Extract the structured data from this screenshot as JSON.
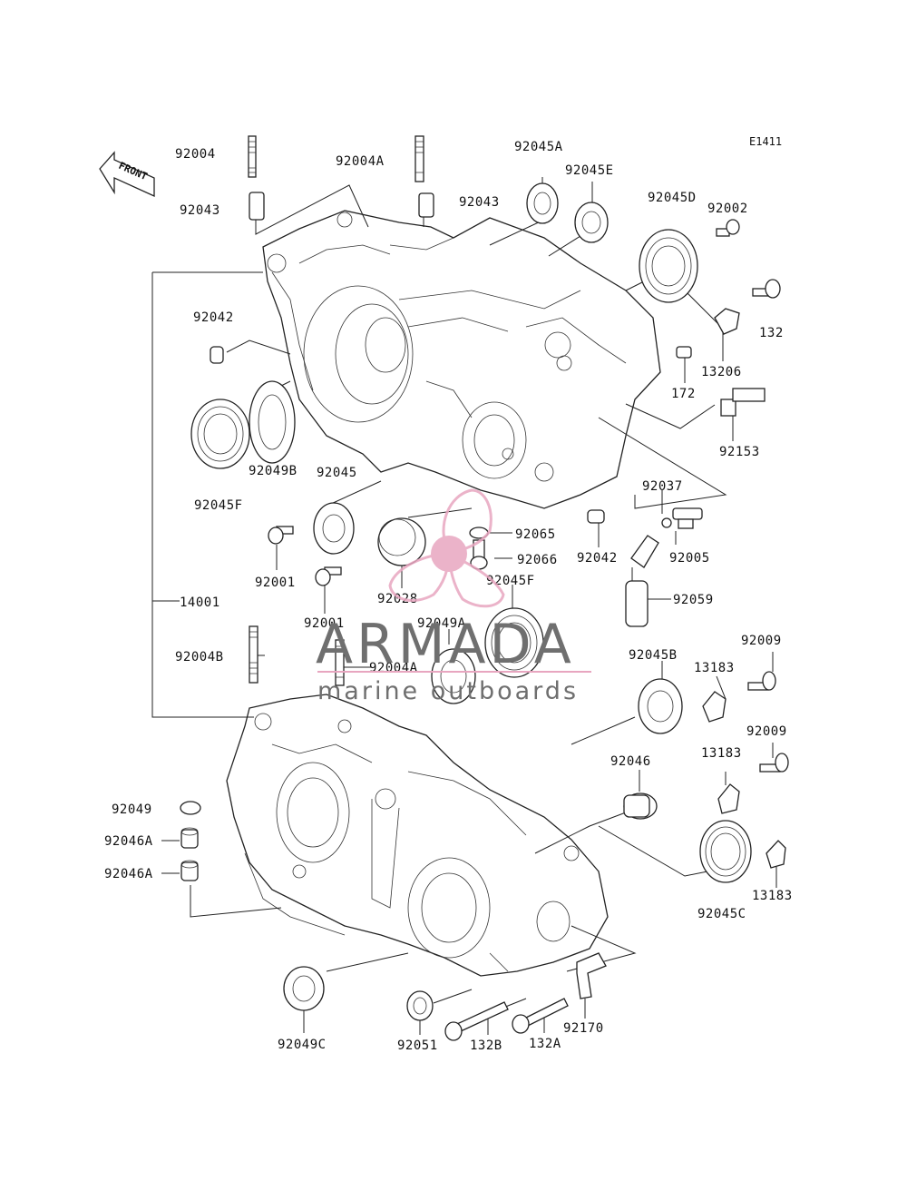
{
  "diagram": {
    "code": "E1411",
    "front_label": "FRONT",
    "labels": [
      {
        "id": "l1",
        "text": "92004"
      },
      {
        "id": "l2",
        "text": "92004A"
      },
      {
        "id": "l3",
        "text": "92045A"
      },
      {
        "id": "l4",
        "text": "92045E"
      },
      {
        "id": "l5",
        "text": "92045D"
      },
      {
        "id": "l6",
        "text": "92002"
      },
      {
        "id": "l7",
        "text": "92043"
      },
      {
        "id": "l8",
        "text": "92043"
      },
      {
        "id": "l9",
        "text": "132"
      },
      {
        "id": "l10",
        "text": "92042"
      },
      {
        "id": "l11",
        "text": "13206"
      },
      {
        "id": "l12",
        "text": "172"
      },
      {
        "id": "l13",
        "text": "92153"
      },
      {
        "id": "l14",
        "text": "92049B"
      },
      {
        "id": "l15",
        "text": "92045"
      },
      {
        "id": "l16",
        "text": "92045F"
      },
      {
        "id": "l17",
        "text": "92037"
      },
      {
        "id": "l18",
        "text": "92065"
      },
      {
        "id": "l19",
        "text": "92066"
      },
      {
        "id": "l20",
        "text": "92001"
      },
      {
        "id": "l21",
        "text": "92042"
      },
      {
        "id": "l22",
        "text": "92005"
      },
      {
        "id": "l23",
        "text": "92028"
      },
      {
        "id": "l24",
        "text": "92045F"
      },
      {
        "id": "l25",
        "text": "92059"
      },
      {
        "id": "l26",
        "text": "14001"
      },
      {
        "id": "l27",
        "text": "92001"
      },
      {
        "id": "l28",
        "text": "92049A"
      },
      {
        "id": "l29",
        "text": "92009"
      },
      {
        "id": "l30",
        "text": "92004B"
      },
      {
        "id": "l31",
        "text": "92004A"
      },
      {
        "id": "l32",
        "text": "92045B"
      },
      {
        "id": "l33",
        "text": "13183"
      },
      {
        "id": "l34",
        "text": "92009"
      },
      {
        "id": "l35",
        "text": "13183"
      },
      {
        "id": "l36",
        "text": "92046"
      },
      {
        "id": "l37",
        "text": "92049"
      },
      {
        "id": "l38",
        "text": "92046A"
      },
      {
        "id": "l39",
        "text": "92046A"
      },
      {
        "id": "l40",
        "text": "13183"
      },
      {
        "id": "l41",
        "text": "92045C"
      },
      {
        "id": "l42",
        "text": "92170"
      },
      {
        "id": "l43",
        "text": "92049C"
      },
      {
        "id": "l44",
        "text": "92051"
      },
      {
        "id": "l45",
        "text": "132B"
      },
      {
        "id": "l46",
        "text": "132A"
      }
    ]
  },
  "watermark": {
    "title": "ARMADA",
    "subtitle": "marine outboards",
    "logo_color": "#e8a6c0",
    "text_color": "#6f6f6f"
  }
}
